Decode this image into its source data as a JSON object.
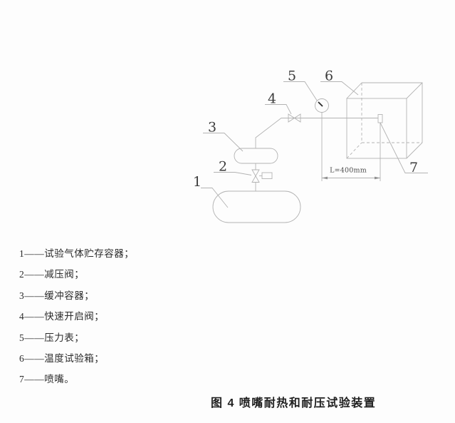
{
  "colors": {
    "background": "#fdfdfd",
    "diagram_line": "#b3b3b3",
    "label_ink": "#3d3d3d",
    "text_ink": "#2b2b2b"
  },
  "diagram": {
    "labels": [
      "1",
      "2",
      "3",
      "4",
      "5",
      "6",
      "7"
    ],
    "dimension_label": "L=400mm"
  },
  "legend": {
    "items": [
      "1——试验气体贮存容器；",
      "2——减压阀；",
      "3——缓冲容器；",
      "4——快速开启阀；",
      "5——压力表；",
      "6——温度试验箱；",
      "7——喷嘴。"
    ]
  },
  "caption": "图 4  喷嘴耐热和耐压试验装置"
}
